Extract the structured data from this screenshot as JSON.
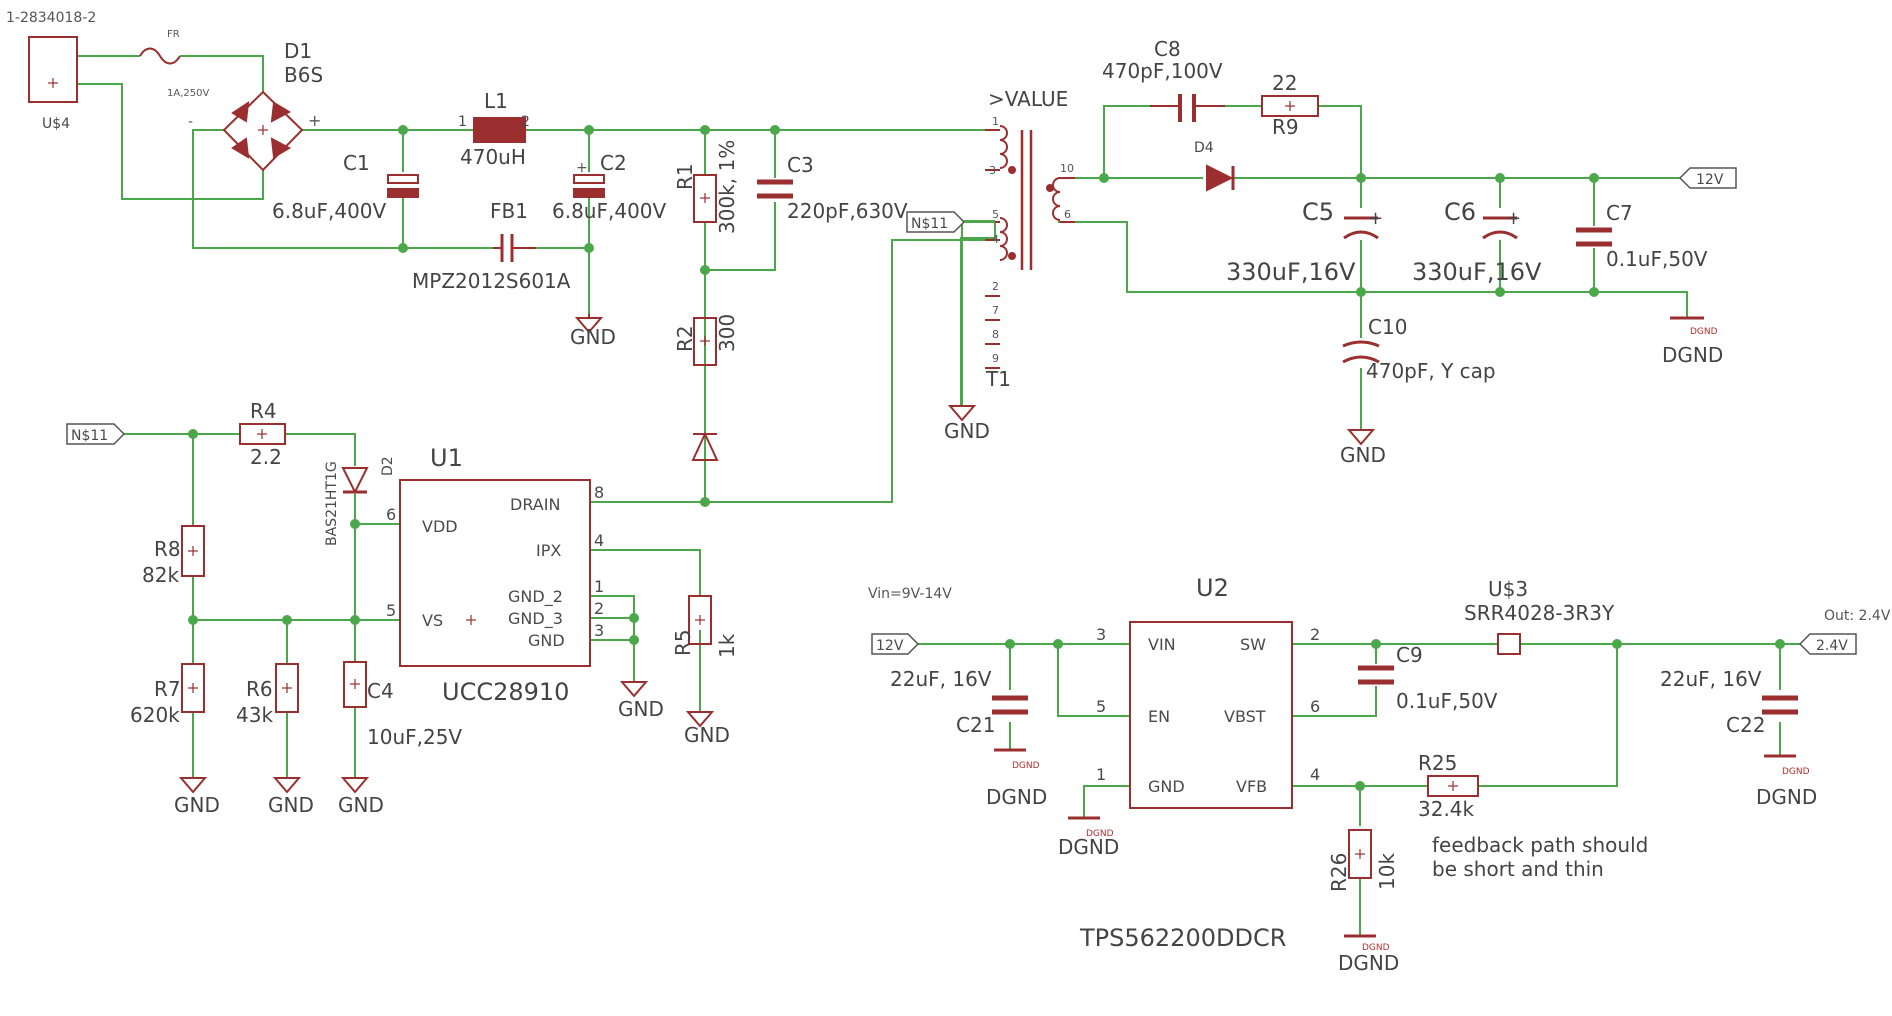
{
  "sheet": {
    "frame_label": "1-2834018-2"
  },
  "components": {
    "connector": {
      "name": "U$4"
    },
    "fuse": {
      "name": "FR",
      "value": "1A,250V"
    },
    "bridge": {
      "name": "D1",
      "value": "B6S"
    },
    "l1": {
      "name": "L1",
      "value": "470uH",
      "pin1": "1",
      "pin2": "2"
    },
    "c1": {
      "name": "C1",
      "value": "6.8uF,400V"
    },
    "c2": {
      "name": "C2",
      "value": "6.8uF,400V"
    },
    "fb1": {
      "name": "FB1",
      "value": "MPZ2012S601A"
    },
    "r1": {
      "name": "R1",
      "value": "300k, 1%"
    },
    "c3": {
      "name": "C3",
      "value": "220pF,630V"
    },
    "r2": {
      "name": "R2",
      "value": "300"
    },
    "t1": {
      "name": "T1",
      "value": ">VALUE",
      "pins": [
        "1",
        "3",
        "5",
        "4",
        "2",
        "7",
        "8",
        "9",
        "10",
        "6"
      ]
    },
    "c8": {
      "name": "C8",
      "value": "470pF,100V"
    },
    "r9": {
      "name": "R9",
      "value": "22"
    },
    "d4": {
      "name": "D4"
    },
    "c5": {
      "name": "C5",
      "value": "330uF,16V"
    },
    "c6": {
      "name": "C6",
      "value": "330uF,16V"
    },
    "c7": {
      "name": "C7",
      "value": "0.1uF,50V"
    },
    "c10": {
      "name": "C10",
      "value": "470pF, Y cap"
    },
    "r4": {
      "name": "R4",
      "value": "2.2"
    },
    "d2": {
      "name": "D2",
      "value": "BAS21HT1G"
    },
    "r8": {
      "name": "R8",
      "value": "82k"
    },
    "r7": {
      "name": "R7",
      "value": "620k"
    },
    "r6": {
      "name": "R6",
      "value": "43k"
    },
    "c4": {
      "name": "C4",
      "value": "10uF,25V"
    },
    "r5": {
      "name": "R5",
      "value": "1k"
    },
    "u1": {
      "name": "U1",
      "value": "UCC28910",
      "pins": {
        "drain": "DRAIN",
        "vdd": "VDD",
        "ipx": "IPX",
        "vs": "VS",
        "gnd2": "GND_2",
        "gnd3": "GND_3",
        "gnd": "GND"
      },
      "pin_numbers": {
        "drain": "8",
        "vdd": "6",
        "ipx": "4",
        "vs": "5",
        "gnd2": "1",
        "gnd3": "2",
        "gnd": "3"
      }
    },
    "u2": {
      "name": "U2",
      "value": "TPS562200DDCR",
      "pins": {
        "vin": "VIN",
        "sw": "SW",
        "en": "EN",
        "vbst": "VBST",
        "gnd": "GND",
        "vfb": "VFB"
      },
      "pin_numbers": {
        "vin": "3",
        "sw": "2",
        "en": "5",
        "vbst": "6",
        "gnd": "1",
        "vfb": "4"
      }
    },
    "u3": {
      "name": "U$3",
      "value": "SRR4028-3R3Y"
    },
    "c9": {
      "name": "C9",
      "value": "0.1uF,50V"
    },
    "c21": {
      "name": "C21",
      "value": "22uF, 16V"
    },
    "c22": {
      "name": "C22",
      "value": "22uF, 16V"
    },
    "r25": {
      "name": "R25",
      "value": "32.4k"
    },
    "r26": {
      "name": "R26",
      "value": "10k"
    }
  },
  "nets": {
    "n11": "N$11",
    "out12": "12V",
    "in12": "12V",
    "out24": "2.4V",
    "gnd": "GND",
    "dgnd": "DGND",
    "dgnd_small": "DGND"
  },
  "notes": {
    "vin_range": "Vin=9V-14V",
    "out_label": "Out: 2.4V",
    "feedback_line1": "feedback path should",
    "feedback_line2": "be short and thin"
  },
  "colors": {
    "wire": "#4aa84a",
    "part": "#9b2f2f",
    "text": "#4a4a4a",
    "background": "#ffffff"
  }
}
